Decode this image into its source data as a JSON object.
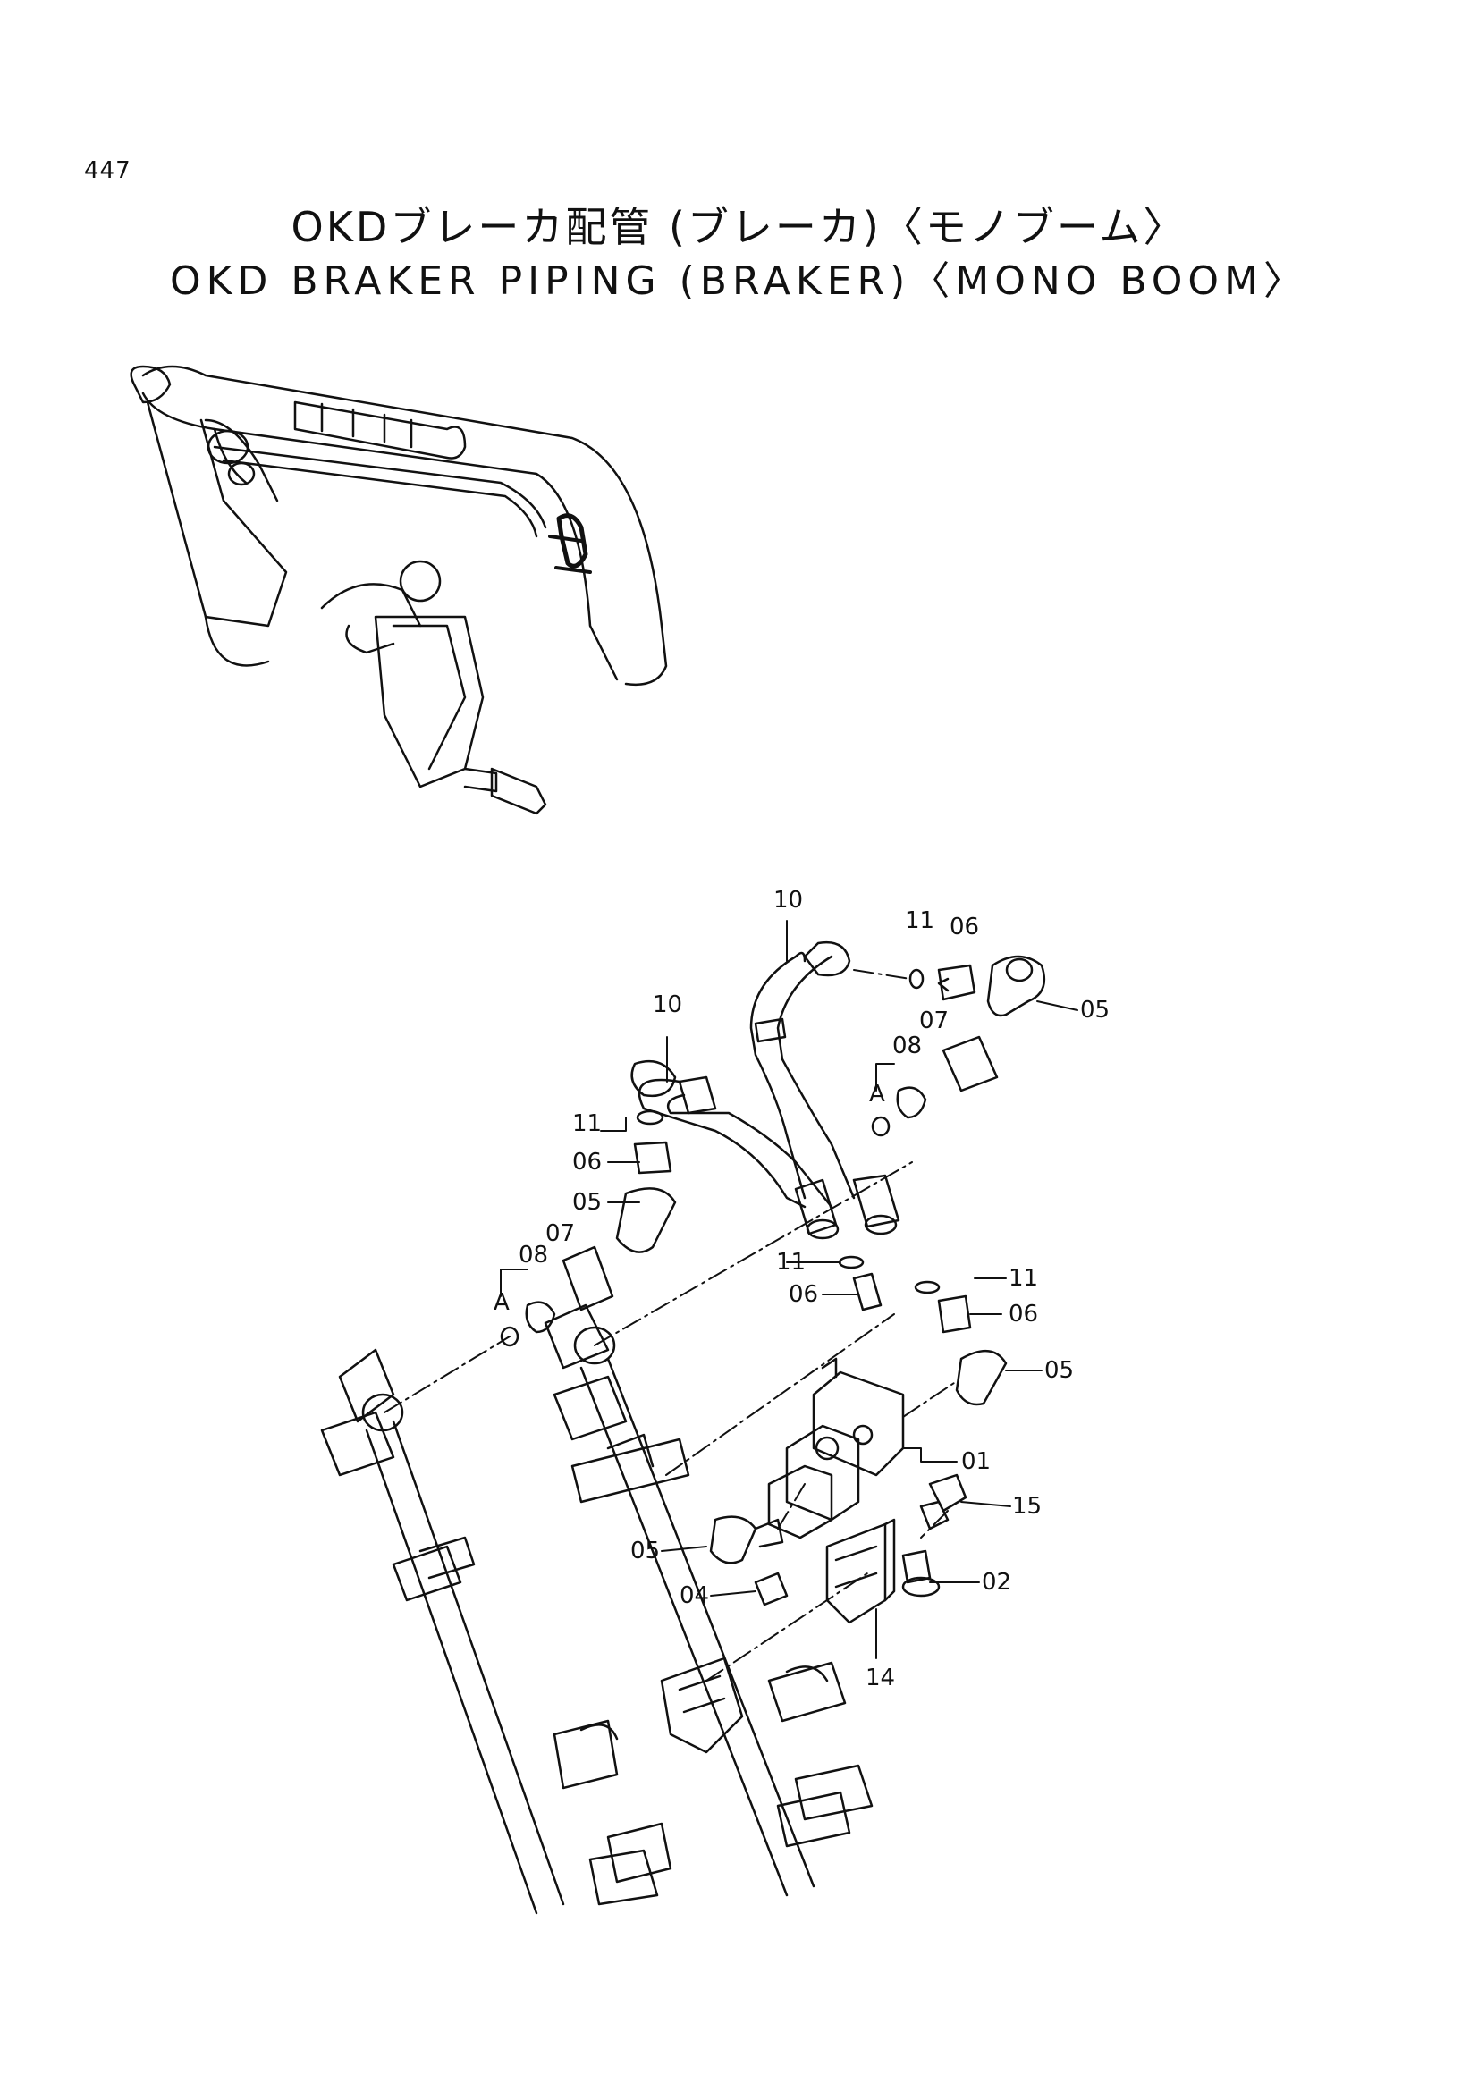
{
  "page_number": "447",
  "title_jp": "OKDブレーカ配管 (ブレーカ)〈モノブーム〉",
  "title_en": "OKD  BRAKER  PIPING  (BRAKER)〈MONO BOOM〉",
  "callouts": {
    "c10_top": "10",
    "c11_top": "11",
    "c06_top": "06",
    "c05_right": "05",
    "c10_left": "10",
    "c07_right": "07",
    "c08_right": "08",
    "cA_right": "A",
    "c11_left": "11",
    "c06_left": "06",
    "c05_left": "05",
    "c07_left": "07",
    "c08_left": "08",
    "cA_left": "A",
    "c11_mid": "11",
    "c06_mid": "06",
    "c11_mr": "11",
    "c06_mr": "06",
    "c05_mr": "05",
    "c01": "01",
    "c15": "15",
    "c05_low": "05",
    "c04": "04",
    "c02": "02",
    "c14": "14"
  }
}
